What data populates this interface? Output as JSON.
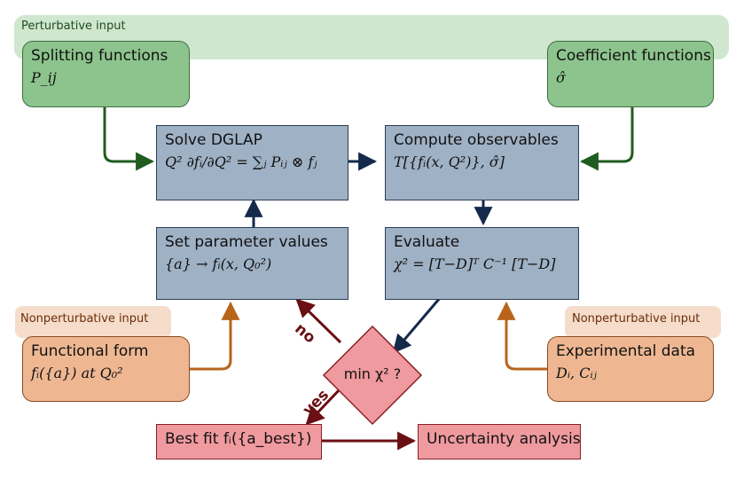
{
  "bands": {
    "perturbative": "Perturbative input",
    "nonpert_left": "Nonperturbative input",
    "nonpert_right": "Nonperturbative input"
  },
  "nodes": {
    "splitting": {
      "title": "Splitting functions",
      "math": "P_ij"
    },
    "coefficient": {
      "title": "Coefficient functions",
      "math": "σ̂"
    },
    "dglap": {
      "title": "Solve DGLAP",
      "math": "Q² ∂fᵢ/∂Q² = ∑ⱼ Pᵢⱼ ⊗ fⱼ"
    },
    "observables": {
      "title": "Compute observables",
      "math": "T[{fᵢ(x, Q²)}, σ̂]"
    },
    "params": {
      "title": "Set parameter values",
      "math": "{a} → fᵢ(x, Q₀²)"
    },
    "evaluate": {
      "title": "Evaluate",
      "math": "χ² = [T−D]ᵀ C⁻¹ [T−D]"
    },
    "functional": {
      "title": "Functional form",
      "math": "fᵢ({a}) at Q₀²"
    },
    "experimental": {
      "title": "Experimental data",
      "math": "Dᵢ, Cᵢⱼ"
    },
    "minchi": {
      "label": "min χ² ?"
    },
    "bestfit": {
      "label": "Best fit fᵢ({a_best})"
    },
    "uncertainty": {
      "label": "Uncertainty analysis"
    }
  },
  "edges": {
    "no": "no",
    "yes": "yes"
  },
  "colors": {
    "green_arrow": "#1f5c1f",
    "blue_arrow": "#15294a",
    "orange_arrow": "#b8651b",
    "red_arrow": "#6a0f14"
  }
}
